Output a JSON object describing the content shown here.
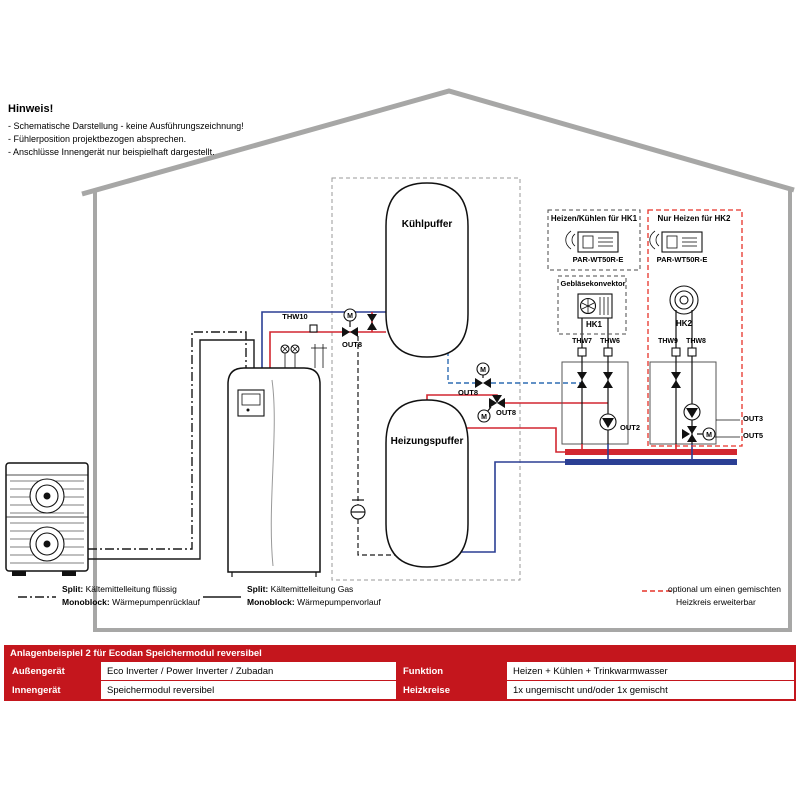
{
  "colors": {
    "brand_red": "#c4161d",
    "pipe_red": "#d22730",
    "pipe_blue": "#2b3f94",
    "cooling_blue": "#2e6db4",
    "optional_red": "#e63329",
    "house_gray": "#a7a7a6"
  },
  "notes": {
    "title": "Hinweis!",
    "line1": "- Schematische Darstellung - keine Ausführungszeichnung!",
    "line2": "- Fühlerposition projektbezogen absprechen.",
    "line3": "- Anschlüsse Innengerät nur beispielhaft dargestellt."
  },
  "diagram": {
    "cool_buffer": "Kühlpuffer",
    "heat_buffer": "Heizungspuffer",
    "thw10": "THW10",
    "out8": "OUT8",
    "motor": "M",
    "hk1": {
      "title": "Heizen/Kühlen für HK1",
      "controller": "PAR-WT50R-E",
      "convector": "Gebläsekonvektor",
      "name": "HK1",
      "sensor_left": "THW7",
      "sensor_right": "THW6",
      "out": "OUT2"
    },
    "hk2": {
      "title": "Nur Heizen für HK2",
      "controller": "PAR-WT50R-E",
      "name": "HK2",
      "sensor_left": "THW9",
      "sensor_right": "THW8",
      "out_top": "OUT3",
      "out_bottom": "OUT5"
    }
  },
  "legend": {
    "line_a": {
      "prefix": "Split:",
      "text": " Kältemittelleitung flüssig"
    },
    "line_b": {
      "prefix": "Monoblock:",
      "text": " Wärmepumpenrücklauf"
    },
    "line_c": {
      "prefix": "Split:",
      "text": " Kältemittelleitung Gas"
    },
    "line_d": {
      "prefix": "Monoblock:",
      "text": " Wärmepumpenvorlauf"
    },
    "optional_1": "optional um einen gemischten",
    "optional_2": "Heizkreis erweiterbar"
  },
  "table": {
    "title": "Anlagenbeispiel 2 für Ecodan Speichermodul reversibel",
    "rows": [
      {
        "key_a": "Außengerät",
        "val_a": "Eco Inverter / Power Inverter / Zubadan",
        "key_b": "Funktion",
        "val_b": "Heizen + Kühlen + Trinkwarmwasser"
      },
      {
        "key_a": "Innengerät",
        "val_a": "Speichermodul reversibel",
        "key_b": "Heizkreise",
        "val_b": "1x ungemischt und/oder 1x gemischt"
      }
    ]
  }
}
